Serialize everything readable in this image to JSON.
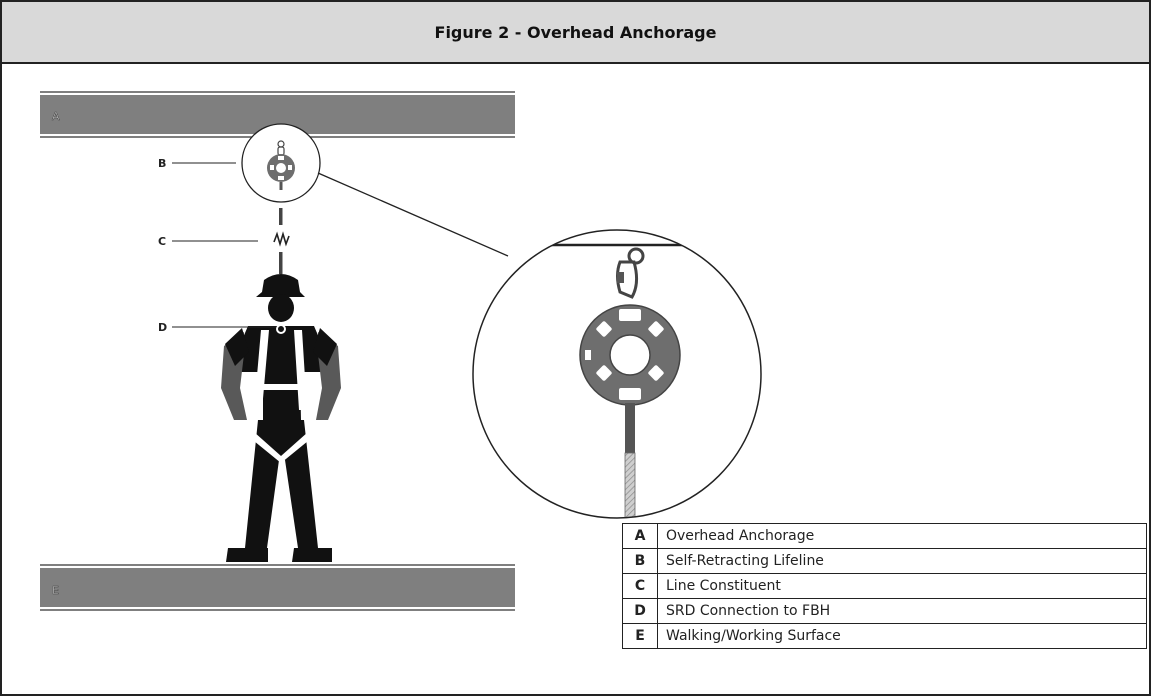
{
  "header": {
    "title": "Figure 2 - Overhead Anchorage"
  },
  "diagram": {
    "beam_top_label": "A",
    "beam_bottom_label": "E",
    "callouts": [
      "B",
      "C",
      "D"
    ],
    "colors": {
      "beam": "#7f7f7f",
      "figure": "#111111",
      "device": "#6e6e6e"
    }
  },
  "legend": {
    "rows": [
      {
        "key": "A",
        "label": "Overhead Anchorage"
      },
      {
        "key": "B",
        "label": "Self-Retracting Lifeline"
      },
      {
        "key": "C",
        "label": "Line Constituent"
      },
      {
        "key": "D",
        "label": "SRD Connection to FBH"
      },
      {
        "key": "E",
        "label": "Walking/Working Surface"
      }
    ]
  }
}
